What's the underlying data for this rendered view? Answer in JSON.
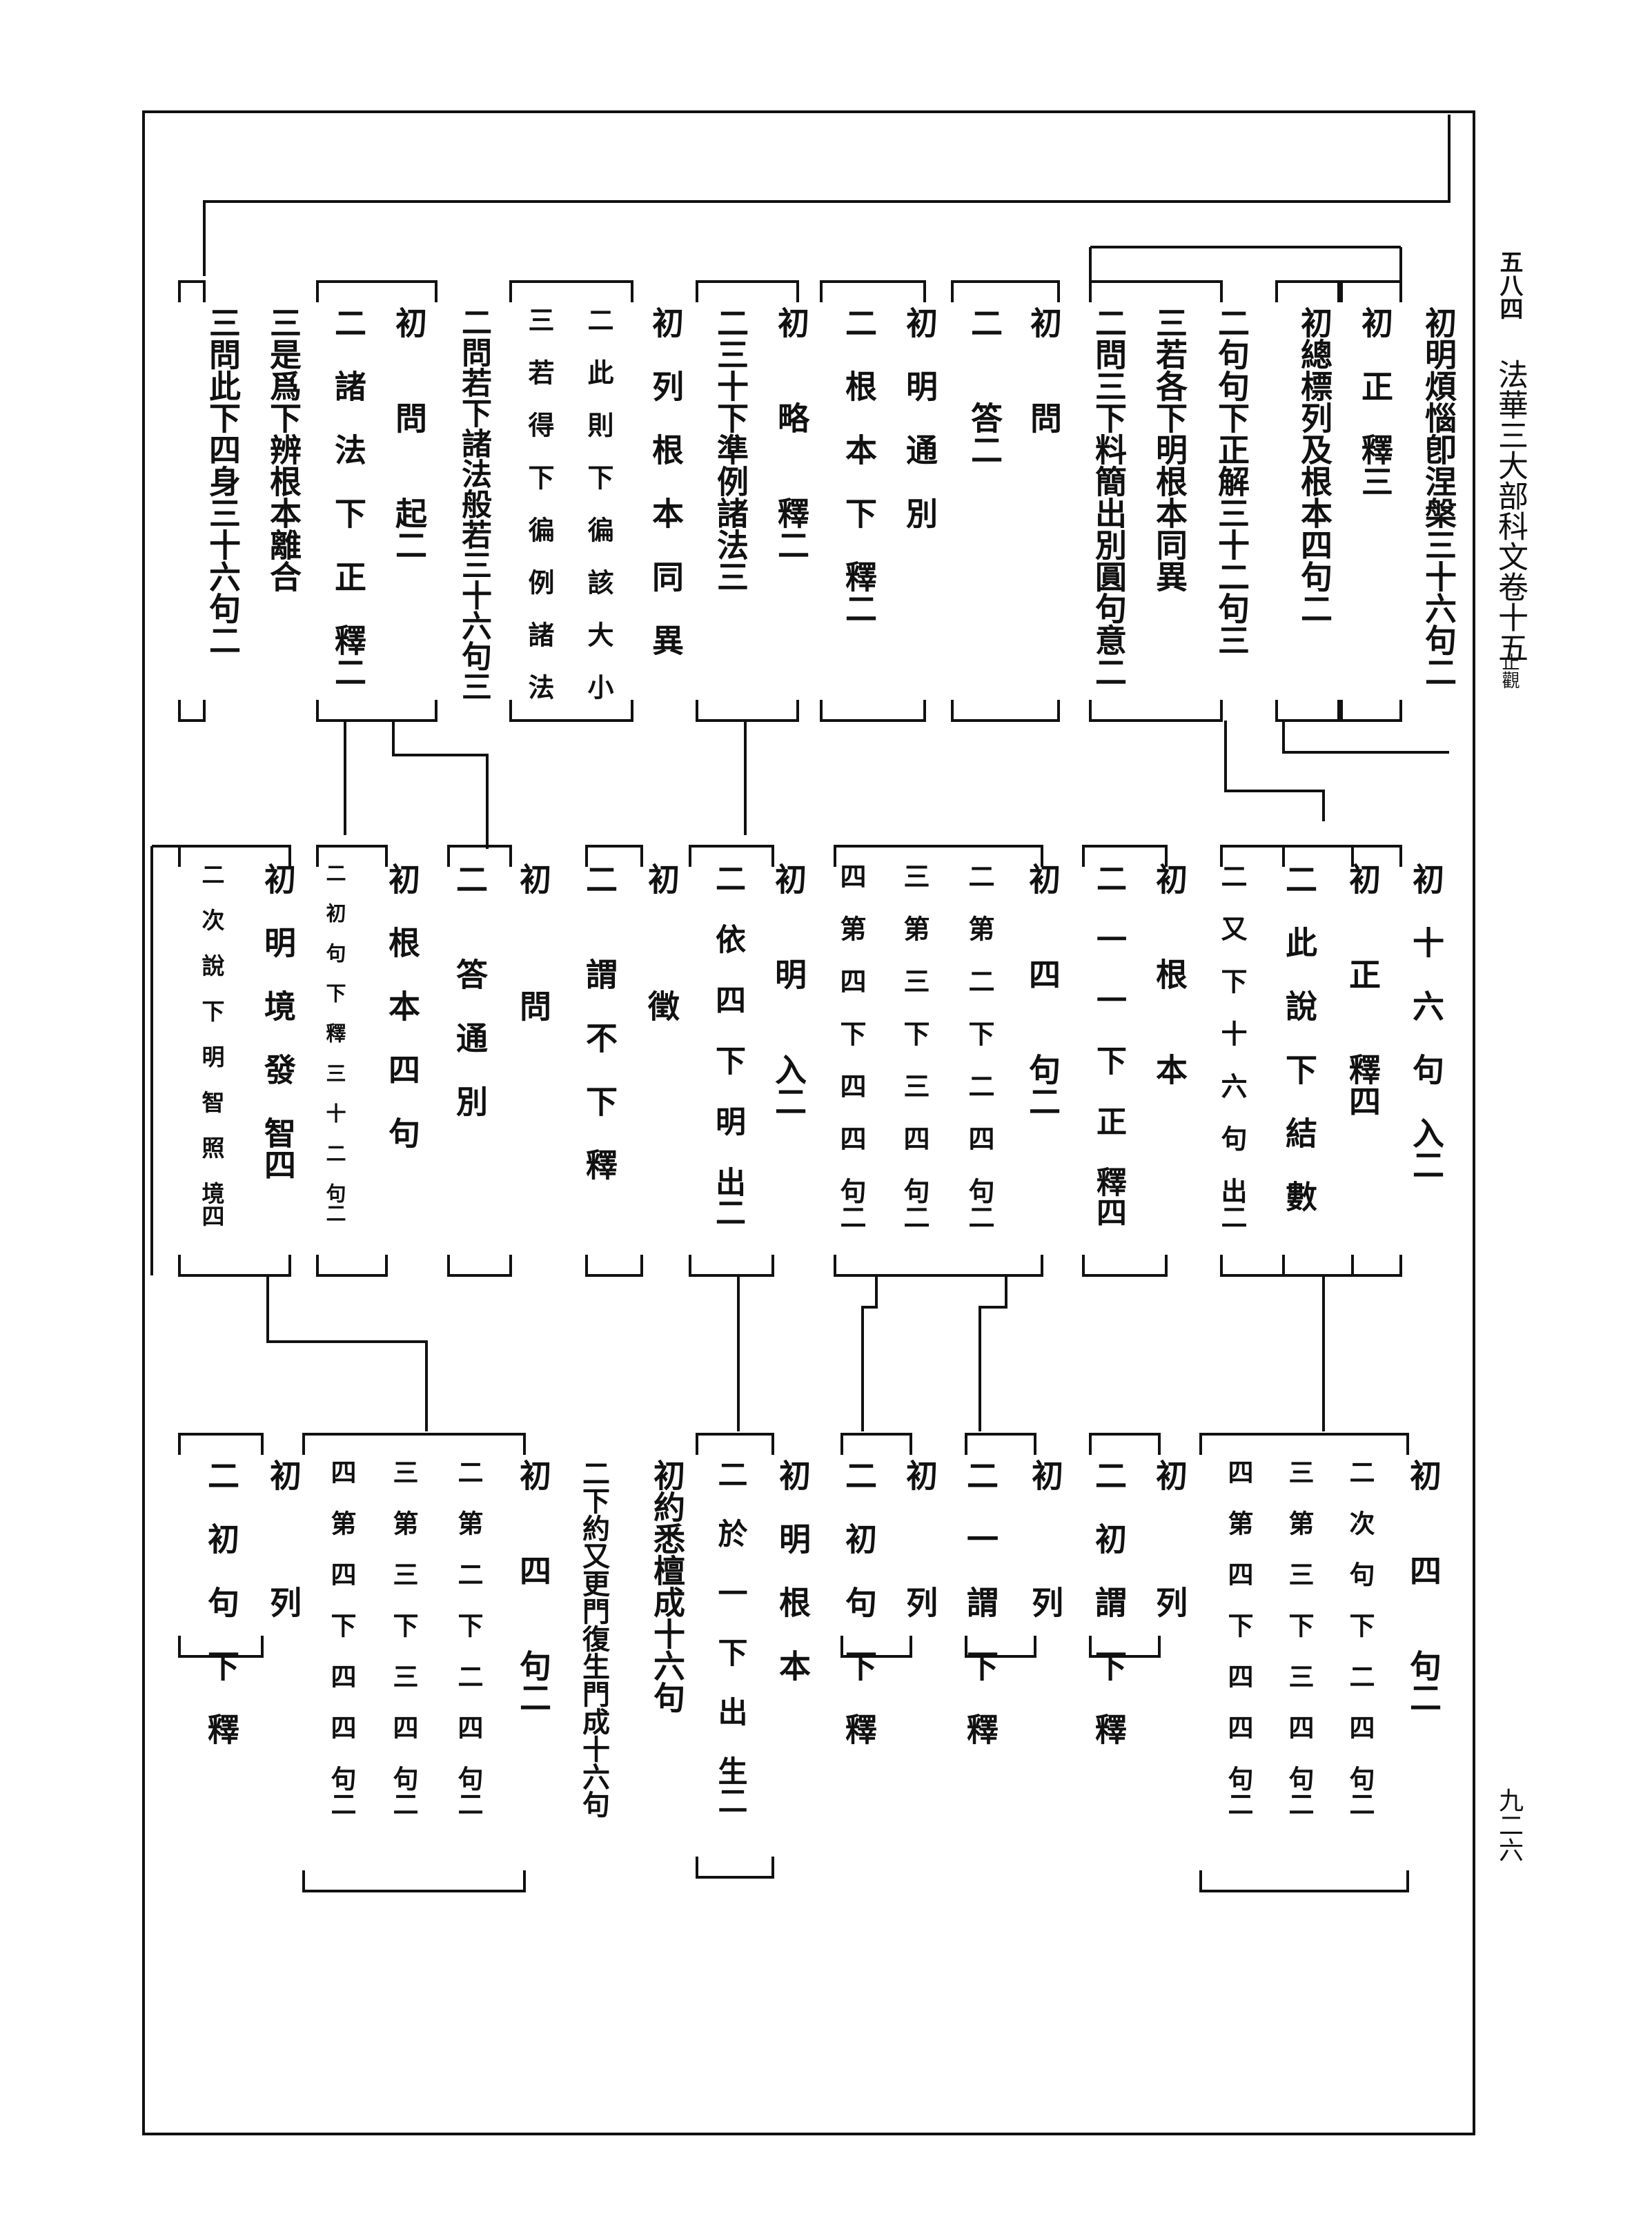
{
  "header": {
    "page_number": "五八四",
    "book_title": "法華三大部科文卷十五",
    "volume_note": "止觀"
  },
  "footer": {
    "page_count": "九二六"
  },
  "tiers": {
    "top": [
      "初明煩惱卽涅槃三十六句二",
      "初　正　釋三",
      "初總標列及根本四句二",
      "二句句下正解三十二句三",
      "三若各下明根本同異",
      "二問三下料簡出別圓句意二",
      "初　　問",
      "二　　答二",
      "初　明　通　別",
      "二　根　本　下　釋二",
      "初　　略　　釋二",
      "二三十下準例諸法三",
      "初　列　根　本　同　異",
      "二　此　則　下　徧　該　大　小",
      "三　若　得　下　徧　例　諸　法",
      "二問若下諸法般若三十六句三",
      "初　　問　　起二",
      "二　諸　法　下　正　釋二",
      "三是爲下辨根本離合",
      "三問此下四身三十六句二"
    ],
    "middle": [
      "初　十　六　句　入二",
      "初　　正　　釋四",
      "二　此　說　下　結　數",
      "二　又　下　十　六　句　出二",
      "初　　根　　本",
      "二　一　一　下　正　釋四",
      "初　　四　　句二",
      "二　第　二　下　二　四　句二",
      "三　第　三　下　三　四　句二",
      "四　第　四　下　四　四　句二",
      "初　　明　　入二",
      "二　依　四　下　明　出二",
      "初　　　徵",
      "二　　謂　不　下　釋",
      "初　　　問",
      "二　　答　通　別",
      "初　根　本　四　句",
      "二　初　句　下　釋　三　十　二　句二",
      "初　明　境　發　智四",
      "二　次　說　下　明　智　照　境四"
    ],
    "bottom": [
      "初　　四　　句二",
      "二　次　句　下　二　四　句二",
      "三　第　三　下　三　四　句二",
      "四　第　四　下　四　四　句二",
      "初　　　列",
      "二　初　謂　下　釋",
      "初　　　列",
      "二　一　謂　下　釋",
      "初　　　列",
      "二　初　句　下　釋",
      "初　明　根　本",
      "二　於　一　下　出　生二",
      "初約悉檀成十六句",
      "二下約又更門復生門成十六句",
      "初　　四　　句二",
      "二　第　二　下　二　四　句二",
      "三　第　三　下　三　四　句二",
      "四　第　四　下　四　四　句二",
      "初　　　列",
      "二　初　句　下　釋"
    ]
  }
}
